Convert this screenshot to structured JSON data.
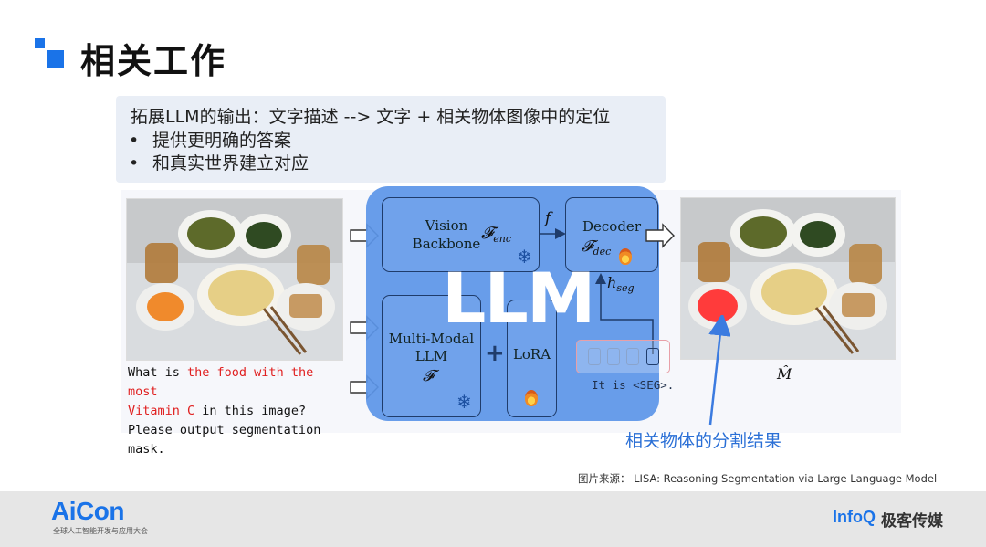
{
  "header": {
    "title": "相关工作"
  },
  "callout": {
    "line1": "拓展LLM的输出：文字描述 --> 文字 + 相关物体图像中的定位",
    "bullet_symbol": "•",
    "bullet1": "提供更明确的答案",
    "bullet2": "和真实世界建立对应"
  },
  "diagram": {
    "question_black_1": "What is ",
    "question_red_1": "the food with the most",
    "question_red_2": "Vitamin C",
    "question_black_2": " in this image? Please output segmentation mask.",
    "llm_label": "LLM",
    "vision_backbone_line1": "Vision",
    "vision_backbone_line2": "Backbone",
    "f_enc_symbol": "𝓕",
    "f_enc_sub": "enc",
    "decoder_label": "Decoder",
    "f_dec_symbol": "𝓕",
    "f_dec_sub": "dec",
    "multimodal_line1": "Multi-Modal",
    "multimodal_line2": "LLM",
    "f_symbol": "𝓕",
    "lora_label": "LoRA",
    "plus_symbol": "+",
    "f_edge_label": "f",
    "h_seg_symbol": "h",
    "h_seg_sub": "seg",
    "output_text": "It is <SEG>.",
    "mask_symbol": "M̂",
    "annotation": "相关物体的分割结果",
    "frozen_icon": "snowflake-icon",
    "trainable_icon": "flame-icon"
  },
  "source": "图片来源：  LISA: Reasoning Segmentation via Large Language Model",
  "footer": {
    "aicon_logo": "AiCon",
    "aicon_tagline": "全球人工智能开发与应用大会",
    "infoq_logo": "InfoQ",
    "infoq_cn": "极客传媒"
  },
  "colors": {
    "accent": "#1a73e8",
    "llm_block": "#5b95e8",
    "highlight_red": "#e02020",
    "annotation": "#2a6fd6"
  }
}
